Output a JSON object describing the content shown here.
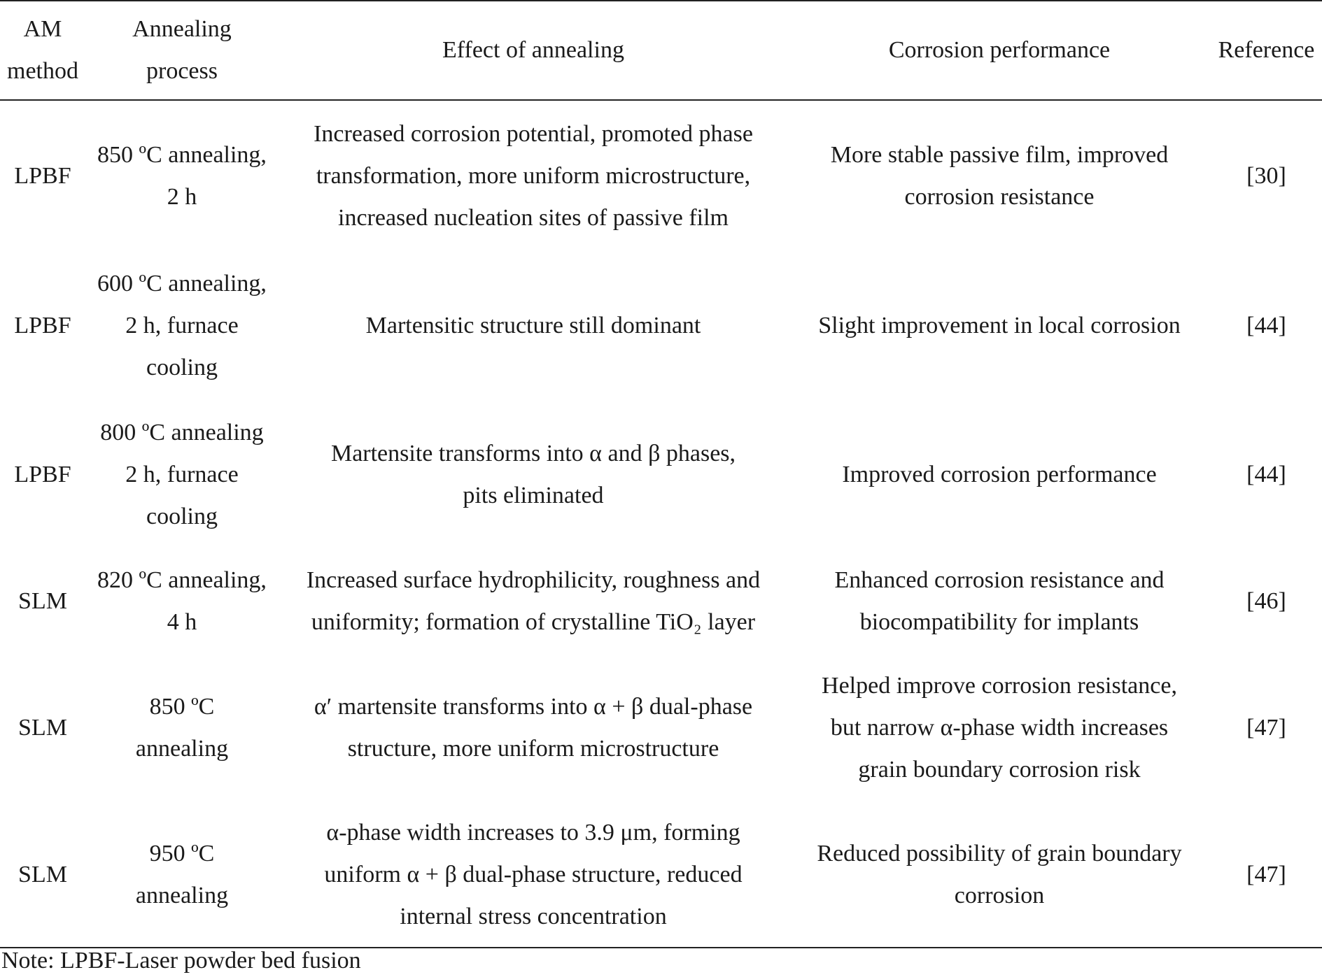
{
  "table": {
    "headers": [
      [
        "AM",
        "method"
      ],
      [
        "Annealing",
        "process"
      ],
      [
        "Effect of annealing"
      ],
      [
        "Corrosion performance"
      ],
      [
        "Reference"
      ]
    ],
    "rows": [
      {
        "method": [
          "LPBF"
        ],
        "process": [
          "850 ºC annealing,",
          "2 h"
        ],
        "effect": [
          "Increased corrosion potential, promoted phase",
          "transformation, more uniform microstructure,",
          "increased nucleation sites of passive film"
        ],
        "performance": [
          "More stable passive film, improved",
          "corrosion resistance"
        ],
        "reference": [
          "[30]"
        ]
      },
      {
        "method": [
          "LPBF"
        ],
        "process": [
          "600 ºC annealing,",
          "2 h, furnace",
          "cooling"
        ],
        "effect": [
          "Martensitic structure still dominant"
        ],
        "performance": [
          "Slight improvement in local corrosion"
        ],
        "reference": [
          "[44]"
        ]
      },
      {
        "method": [
          "LPBF"
        ],
        "process": [
          "800 ºC annealing",
          "2 h, furnace",
          "cooling"
        ],
        "effect": [
          "Martensite transforms into α and β phases,",
          "pits eliminated"
        ],
        "performance": [
          "Improved corrosion performance"
        ],
        "reference": [
          "[44]"
        ]
      },
      {
        "method": [
          "SLM"
        ],
        "process": [
          "820 ºC annealing,",
          "4 h"
        ],
        "effect": [
          "Increased surface hydrophilicity, roughness and",
          "uniformity; formation of crystalline TiO₂ layer"
        ],
        "performance": [
          "Enhanced corrosion resistance and",
          "biocompatibility for implants"
        ],
        "reference": [
          "[46]"
        ]
      },
      {
        "method": [
          "SLM"
        ],
        "process": [
          "850 ºC",
          "annealing"
        ],
        "effect": [
          "α′ martensite transforms into α + β dual-phase",
          "structure, more uniform microstructure"
        ],
        "performance": [
          "Helped improve corrosion resistance,",
          "but narrow α-phase width increases",
          "grain boundary corrosion risk"
        ],
        "reference": [
          "[47]"
        ]
      },
      {
        "method": [
          "SLM"
        ],
        "process": [
          "950 ºC",
          "annealing"
        ],
        "effect": [
          "α-phase width increases to 3.9 μm, forming",
          "uniform α + β dual-phase structure, reduced",
          "internal stress concentration"
        ],
        "performance": [
          "Reduced possibility of grain boundary",
          "corrosion"
        ],
        "reference": [
          "[47]"
        ]
      }
    ]
  },
  "note": "Note: LPBF-Laser powder bed fusion"
}
